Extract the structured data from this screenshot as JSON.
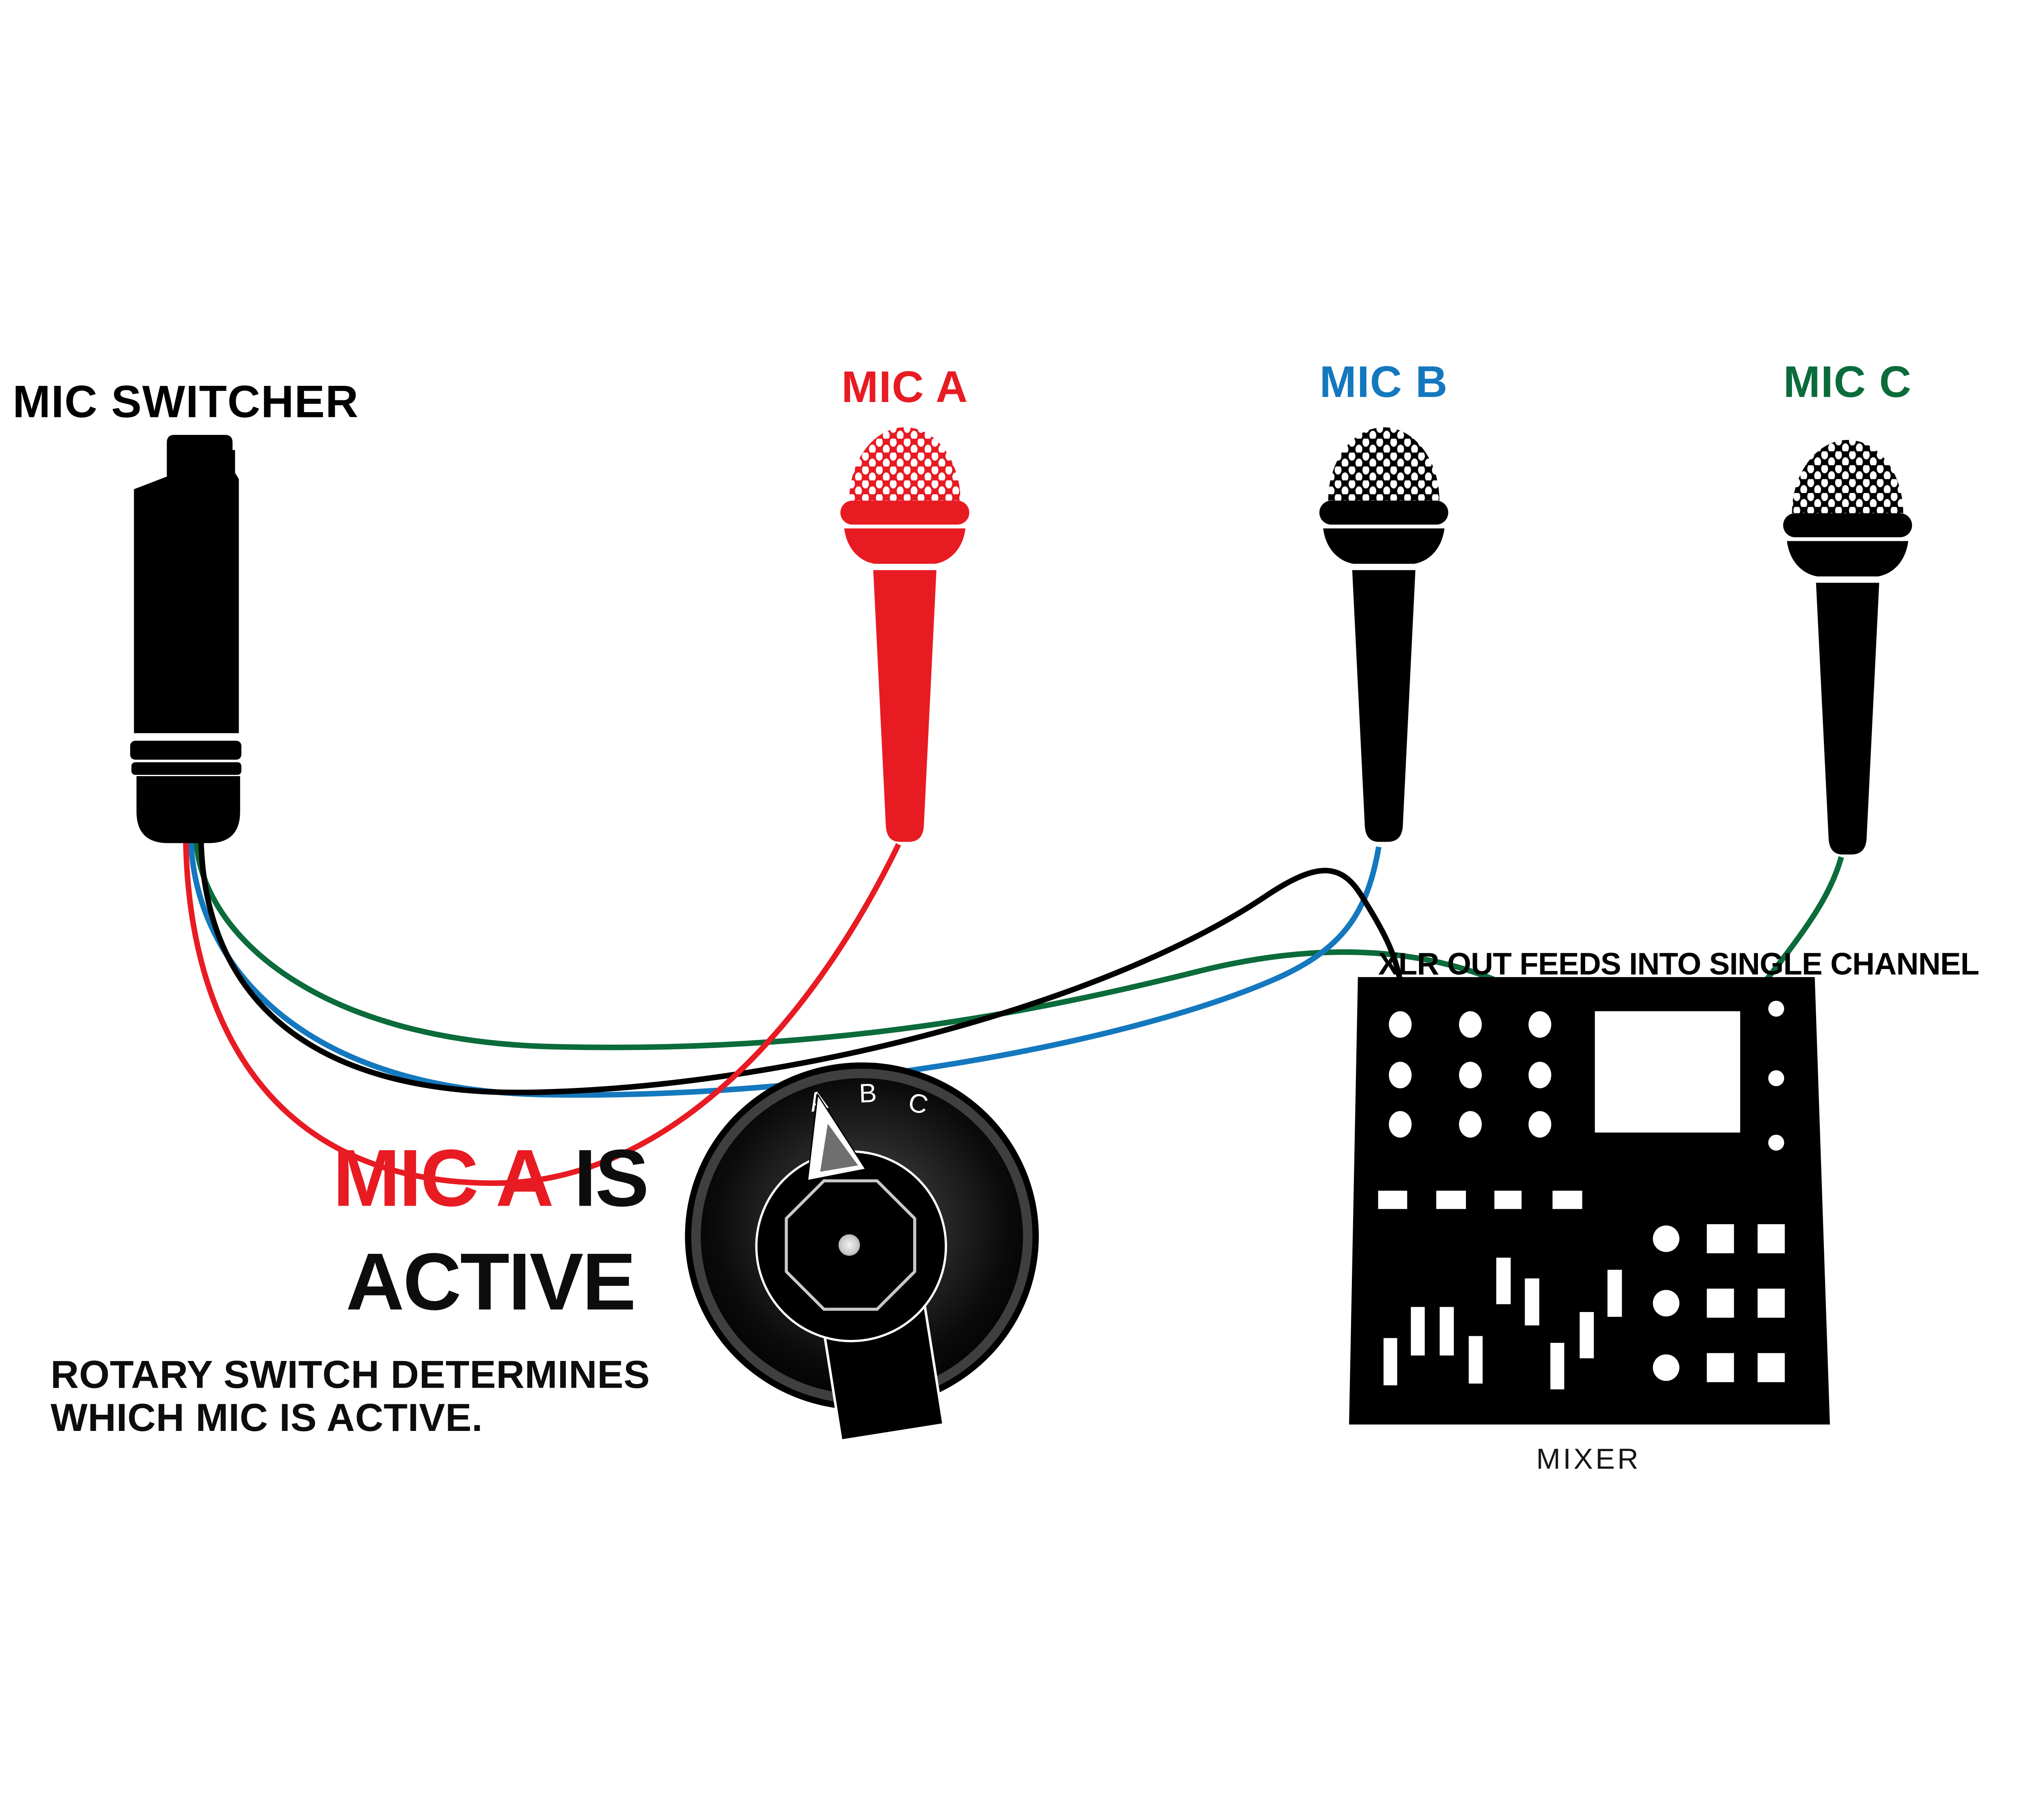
{
  "title": "MIC SWITCHER",
  "mics": [
    {
      "id": "A",
      "label": "MIC A",
      "color": "#e81b23"
    },
    {
      "id": "B",
      "label": "MIC B",
      "color": "#1478be"
    },
    {
      "id": "C",
      "label": "MIC C",
      "color": "#0b6b3b"
    }
  ],
  "rotary_switch": {
    "positions": [
      "A",
      "B",
      "C"
    ],
    "active_position": "A"
  },
  "status_callout": {
    "highlight": "MIC A",
    "rest": " IS",
    "line2": "ACTIVE"
  },
  "caption": {
    "line1": "ROTARY SWITCH DETERMINES",
    "line2": "WHICH MIC IS ACTIVE."
  },
  "mixer": {
    "label": "MIXER",
    "annotation": "XLR OUT FEEDS INTO SINGLE CHANNEL"
  },
  "cables": [
    {
      "name": "mic-a-cable",
      "color": "#e81b23"
    },
    {
      "name": "mic-b-cable",
      "color": "#1478be"
    },
    {
      "name": "mic-c-cable",
      "color": "#0b6b3b"
    },
    {
      "name": "xlr-out-cable",
      "color": "#000000"
    }
  ]
}
